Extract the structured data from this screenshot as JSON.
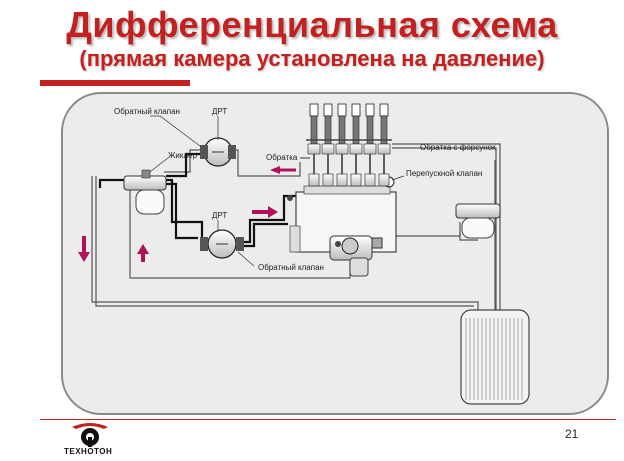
{
  "title": "Дифференциальная схема",
  "subtitle": "(прямая камера установлена на давление)",
  "labels": {
    "check_valve_top": "Обратный клапан",
    "drt_top": "ДРТ",
    "jet": "Жиклер",
    "return": "Обратка",
    "return_injectors": "Обратка с форсунок",
    "bypass_valve": "Перепускной клапан",
    "drt_bottom": "ДРТ",
    "check_valve_bottom": "Обратный клапан"
  },
  "page_number": "21",
  "logo_text": "ТЕХНОТОН",
  "colors": {
    "title": "#c32020",
    "arrow": "#b0125a",
    "panel": "#ececec"
  }
}
